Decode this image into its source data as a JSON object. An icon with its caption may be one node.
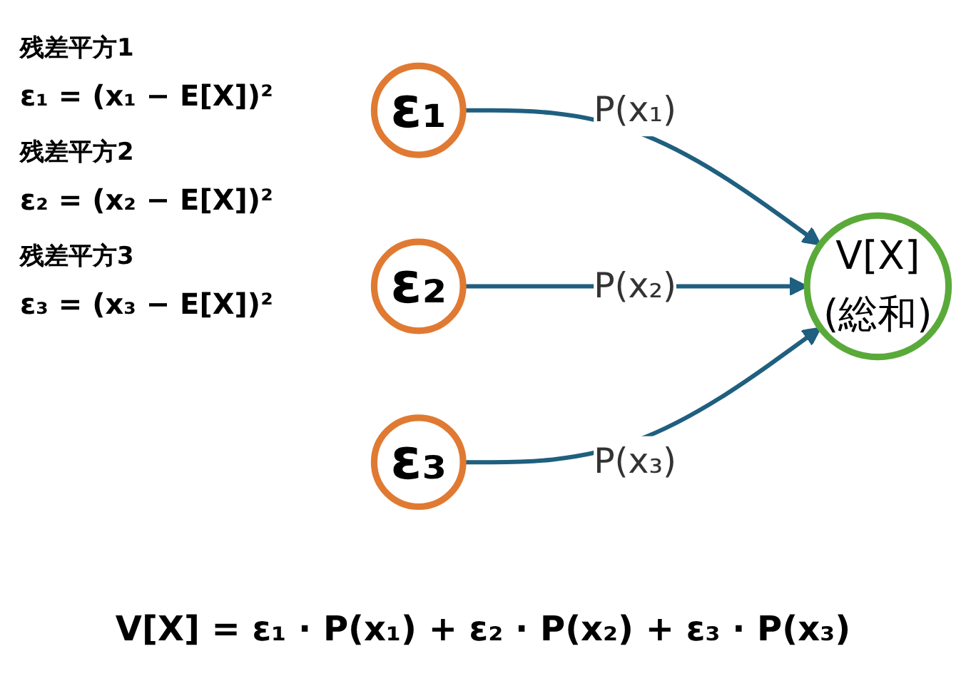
{
  "diagram": {
    "nodes": [
      {
        "text": [
          "ε₁"
        ]
      },
      {
        "text": [
          "ε₂"
        ]
      },
      {
        "text": [
          "ε₃"
        ]
      },
      {
        "text": [
          "V[X]",
          "(総和)"
        ]
      }
    ],
    "edges": [
      {
        "from": 0,
        "to": 3,
        "arrow": "to",
        "label": "P(x₁)"
      },
      {
        "from": 1,
        "to": 3,
        "arrow": "to",
        "label": "P(x₂)"
      },
      {
        "from": 2,
        "to": 3,
        "arrow": "to",
        "label": "P(x₃)"
      }
    ],
    "labels": [
      "残差平方1",
      "ε₁ = (x₁ − E[X])²",
      "残差平方2",
      "ε₂ = (x₂ − E[X])²",
      "残差平方3",
      "ε₃ = (x₃ − E[X])²",
      "V[X] = ε₁ · P(x₁) + ε₂ · P(x₂) + ε₃ · P(x₃)"
    ]
  }
}
